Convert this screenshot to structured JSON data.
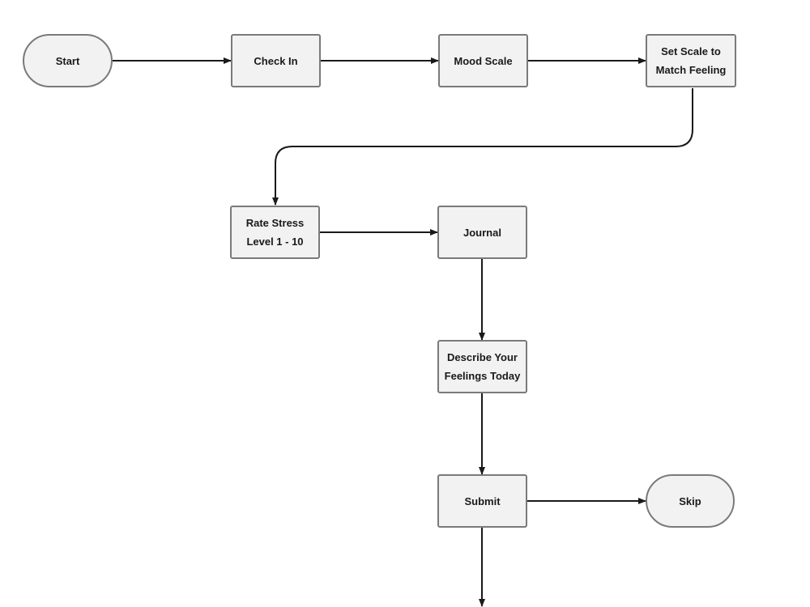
{
  "diagram": {
    "stroke_color": "#1a1a1a",
    "node_fill": "#f2f2f2",
    "node_border": "#7a7a7a",
    "nodes": {
      "start": {
        "label": "Start",
        "shape": "terminal"
      },
      "check_in": {
        "label": "Check In",
        "shape": "process"
      },
      "mood_scale": {
        "label": "Mood Scale",
        "shape": "process"
      },
      "set_scale": {
        "label": "Set Scale to\nMatch Feeling",
        "shape": "process"
      },
      "rate_stress": {
        "label": "Rate Stress\nLevel 1 - 10",
        "shape": "process"
      },
      "journal": {
        "label": "Journal",
        "shape": "process"
      },
      "describe": {
        "label": "Describe Your\nFeelings Today",
        "shape": "process"
      },
      "submit": {
        "label": "Submit",
        "shape": "process"
      },
      "skip": {
        "label": "Skip",
        "shape": "terminal"
      }
    },
    "edges": [
      {
        "from": "start",
        "to": "check_in"
      },
      {
        "from": "check_in",
        "to": "mood_scale"
      },
      {
        "from": "mood_scale",
        "to": "set_scale"
      },
      {
        "from": "set_scale",
        "to": "rate_stress"
      },
      {
        "from": "rate_stress",
        "to": "journal"
      },
      {
        "from": "journal",
        "to": "describe"
      },
      {
        "from": "describe",
        "to": "submit"
      },
      {
        "from": "submit",
        "to": "skip"
      },
      {
        "from": "submit",
        "to": ""
      }
    ]
  }
}
